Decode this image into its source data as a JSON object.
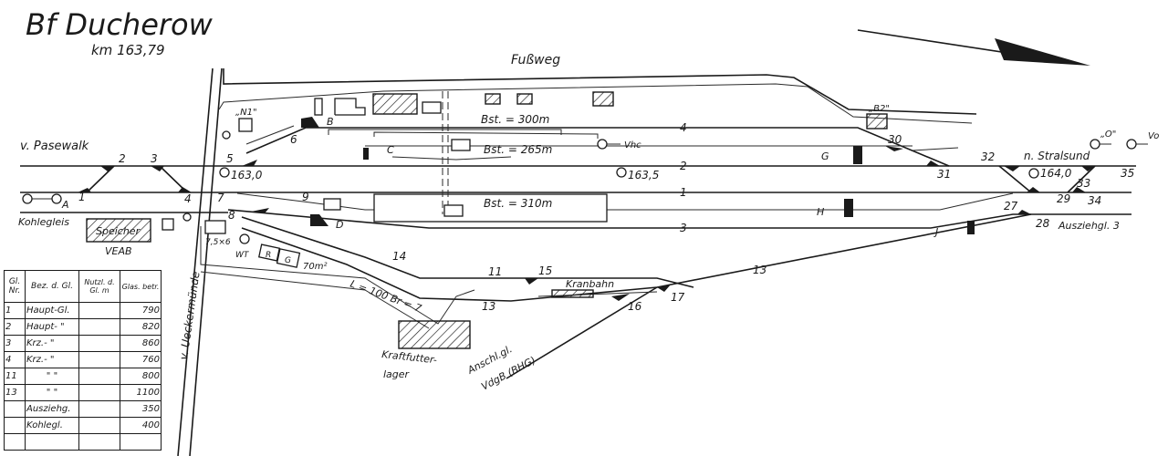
{
  "title": "Bf Ducherow",
  "km": "km 163,79",
  "labels": {
    "fussweg": "Fußweg",
    "from_pasewalk": "v. Pasewalk",
    "to_stralsund": "n. Stralsund",
    "kohlegleis": "Kohlegleis",
    "speicher": "Speicher",
    "veab": "VEAB",
    "ueckermuende": "v. Ueckermünde",
    "bst300": "Bst. = 300m",
    "bst265": "Bst. = 265m",
    "bst310": "Bst. = 310m",
    "km1630": "163,0",
    "km1635": "163,5",
    "km1640": "164,0",
    "kranbahn": "Kranbahn",
    "kraftfutter1": "Kraftfutter-",
    "kraftfutter2": "lager",
    "anschl1": "Anschl.gl.",
    "anschl2": "VdgB (BHG)",
    "auszieh3": "Ausziehgl. 3",
    "rampe": "L = 100 Br = 7",
    "area": "70m²",
    "dims": "7,5×6",
    "wt": "WT",
    "n1": "„N1\"",
    "b2": "„B2\"",
    "sig_o": "„O\"",
    "sig_vo": "Vo",
    "sig_vhc": "Vhc",
    "R": "R",
    "G": "G"
  },
  "signals": [
    "A",
    "B",
    "C",
    "D",
    "G",
    "H",
    "J"
  ],
  "switches": [
    "1",
    "2",
    "3",
    "4",
    "5",
    "6",
    "7",
    "8",
    "9",
    "11",
    "13",
    "14",
    "15",
    "16",
    "17",
    "27",
    "28",
    "29",
    "30",
    "31",
    "32",
    "33",
    "34",
    "35"
  ],
  "tracks": [
    "1",
    "2",
    "3",
    "4",
    "11",
    "13"
  ],
  "table": {
    "headers": [
      "Gl. Nr.",
      "Bez. d. Gl.",
      "Nutzl. d. Gl. m",
      "Glas. betr."
    ],
    "rows": [
      [
        "1",
        "Haupt-Gl.",
        "",
        "790"
      ],
      [
        "2",
        "Haupt- \"",
        "",
        "820"
      ],
      [
        "3",
        "Krz.- \"",
        "",
        "860"
      ],
      [
        "4",
        "Krz.- \"",
        "",
        "760"
      ],
      [
        "11",
        "\" \"",
        "",
        "800"
      ],
      [
        "13",
        "\" \"",
        "",
        "1100"
      ],
      [
        "",
        "Ausziehg.",
        "",
        "350"
      ],
      [
        "",
        "Kohlegl.",
        "",
        "400"
      ],
      [
        "",
        "",
        "",
        ""
      ]
    ]
  }
}
